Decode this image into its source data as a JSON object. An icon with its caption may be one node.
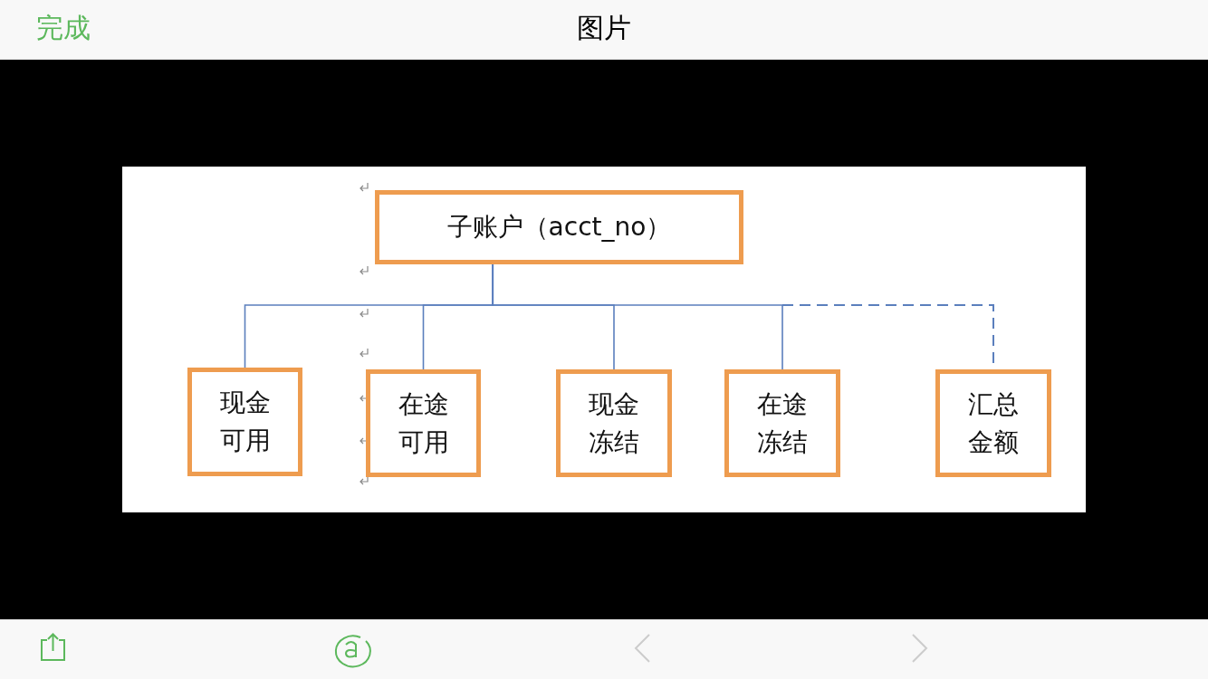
{
  "diagram": {
    "title": "图片",
    "nodes": [
      {
        "text": [
          "子账户（acct_no）"
        ]
      },
      {
        "text": [
          "现金可用"
        ]
      },
      {
        "text": [
          "在途可用"
        ]
      },
      {
        "text": [
          "现金冻结"
        ]
      },
      {
        "text": [
          "在途冻结"
        ]
      },
      {
        "text": [
          "汇总金额"
        ]
      }
    ],
    "edges": [
      {
        "from": 0,
        "to": 1,
        "arrow": "none"
      },
      {
        "from": 0,
        "to": 2,
        "arrow": "none"
      },
      {
        "from": 0,
        "to": 3,
        "arrow": "none"
      },
      {
        "from": 0,
        "to": 4,
        "arrow": "none"
      },
      {
        "from": 0,
        "to": 5,
        "arrow": "none",
        "style": "dashed"
      }
    ],
    "labels": [
      "完成"
    ]
  }
}
